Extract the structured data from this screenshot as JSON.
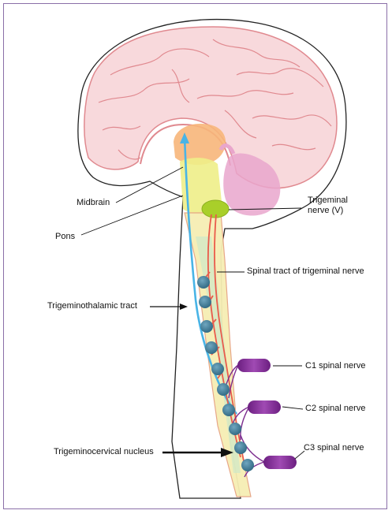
{
  "labels": {
    "midbrain": "Midbrain",
    "pons": "Pons",
    "trigeminal_line1": "Trigeminal",
    "trigeminal_line2": "nerve (V)",
    "spinal_tract": "Spinal tract of trigeminal nerve",
    "trigeminothalamic": "Trigeminothalamic tract",
    "c1": "C1 spinal nerve",
    "c2": "C2 spinal nerve",
    "c3": "C3 spinal nerve",
    "trigeminocervical": "Trigeminocervical nucleus"
  },
  "colors": {
    "frame": "#8b6fa8",
    "brain_fill": "#f8d9dc",
    "brain_stroke": "#e0898f",
    "midbrain": "#f7b67a",
    "pons": "#eeee88",
    "cerebellum": "#e9a6cc",
    "trigeminal_nerve": "#a9cf2a",
    "cord_fill": "#f6eeb4",
    "cord_stroke": "#e6a383",
    "nucleus": "#3f7f9a",
    "ascending_tract": "#49b4e6",
    "spinal_tract": "#ea5b4b",
    "spinal_nerves": "#7c2c8e"
  }
}
